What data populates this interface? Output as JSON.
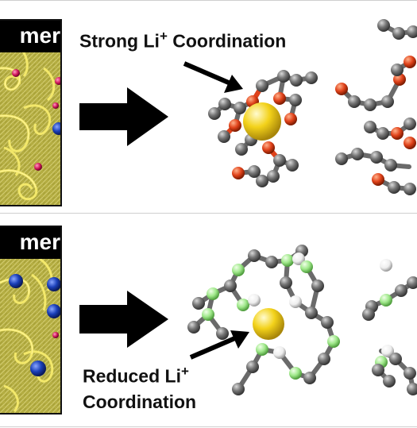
{
  "top_panel": {
    "header_text": "mer",
    "label_line1": "Strong Li",
    "label_sup": "+",
    "label_line2": " Coordination"
  },
  "bottom_panel": {
    "header_text": "mer",
    "label_line1_prefix": "Reduced Li",
    "label_sup": "+",
    "label_line2": "Coordination"
  },
  "colors": {
    "lithium": "#f3d21a",
    "oxygen": "#e0421a",
    "carbon": "#6e6e6e",
    "fluorine": "#9fe88a",
    "hydrogen": "#f4f4f4",
    "anion_blue": "#1a3fb8",
    "cation_pink": "#d0185a",
    "polymer_bg": "#b4ad42"
  },
  "icons": [
    "arrow-right-icon",
    "pointer-arrow-icon"
  ]
}
